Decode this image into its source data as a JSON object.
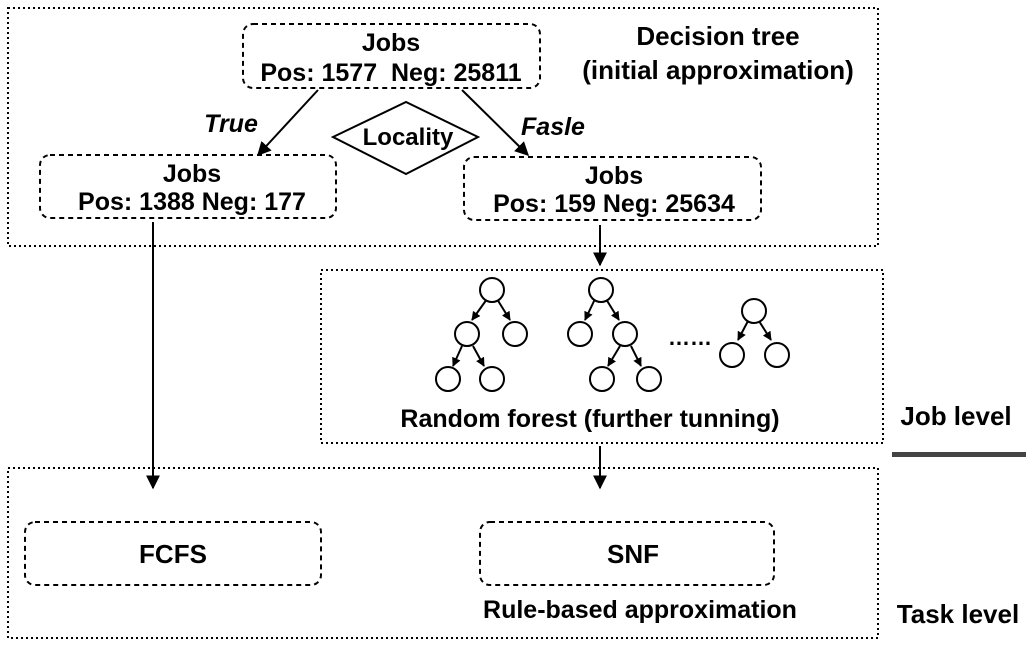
{
  "decision_tree": {
    "title_line1": "Decision tree",
    "title_line2": "(initial approximation)",
    "root": {
      "label": "Jobs",
      "stats": "Pos: 1577  Neg: 25811"
    },
    "split": "Locality",
    "true_label": "True",
    "false_label": "Fasle",
    "left": {
      "label": "Jobs",
      "stats": "Pos: 1388 Neg: 177"
    },
    "right": {
      "label": "Jobs",
      "stats": "Pos: 159 Neg: 25634"
    }
  },
  "random_forest": {
    "caption": "Random forest (further tunning)",
    "ellipsis": "……"
  },
  "job_level": "Job level",
  "task_level": {
    "label": "Task level",
    "fcfs": "FCFS",
    "snf": "SNF",
    "caption": "Rule-based approximation"
  }
}
